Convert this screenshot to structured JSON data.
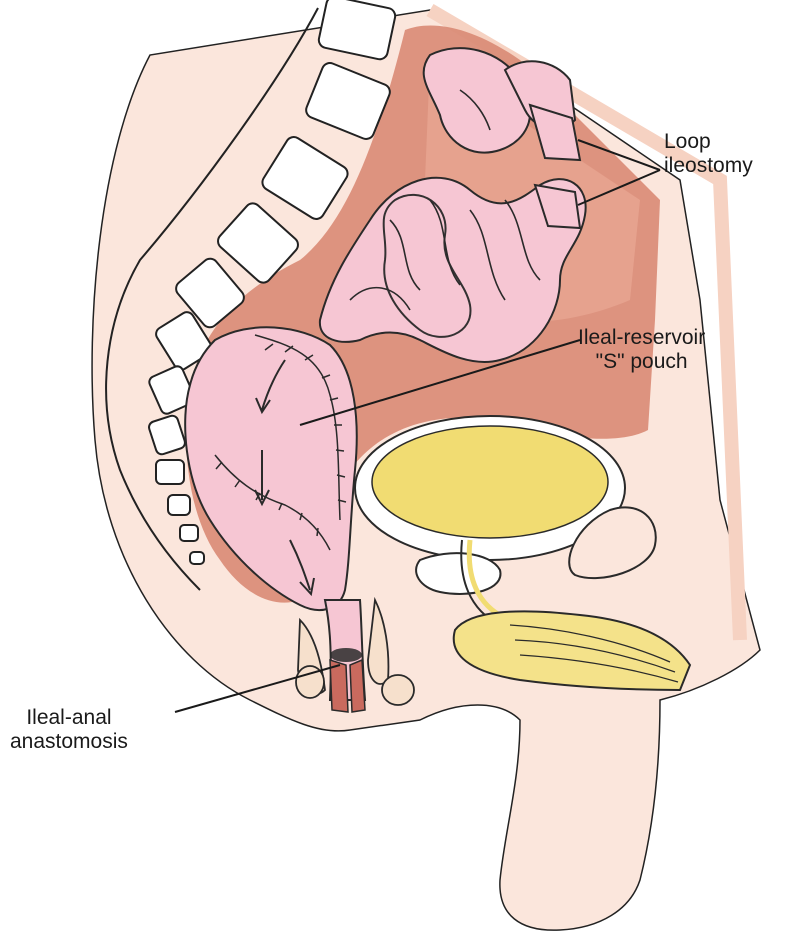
{
  "labels": {
    "loop_ileostomy": [
      "Loop",
      "ileostomy"
    ],
    "ileal_reservoir": [
      "Ileal-reservoir",
      "\"S\" pouch"
    ],
    "ileal_anal": [
      "Ileal-anal",
      "anastomosis"
    ]
  },
  "colors": {
    "skin": "#fbe6dc",
    "skin_dark": "#f6d2c2",
    "cavity": "#d98a74",
    "cavity_light": "#e9a894",
    "bowel": "#f6c6d3",
    "bowel_outline": "#2a2a2a",
    "bone": "#ffffff",
    "bladder": "#f1dc72",
    "prostate": "#f4e28a",
    "rectal_muscle": "#c96a5e"
  }
}
